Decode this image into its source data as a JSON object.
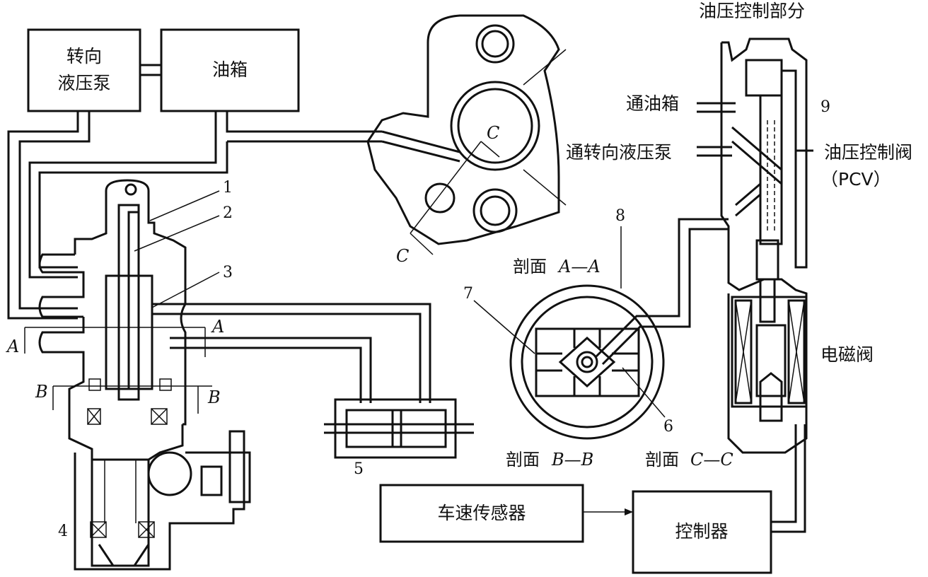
{
  "boxes": {
    "steering_pump_l1": "转向",
    "steering_pump_l2": "液压泵",
    "oil_tank": "油箱",
    "speed_sensor": "车速传感器",
    "controller": "控制器"
  },
  "labels": {
    "pressure_section": "油压控制部分",
    "to_tank": "通油箱",
    "to_pump": "通转向液压泵",
    "pcv_l1": "油压控制阀",
    "pcv_l2": "（PCV）",
    "solenoid": "电磁阀",
    "section_aa_prefix": "剖面",
    "section_aa_suffix": "A—A",
    "section_bb_prefix": "剖面",
    "section_bb_suffix": "B—B",
    "section_cc_prefix": "剖面",
    "section_cc_suffix": "C—C",
    "letter_a": "A",
    "letter_b": "B",
    "letter_c": "C"
  },
  "numbers": [
    "1",
    "2",
    "3",
    "4",
    "5",
    "6",
    "7",
    "8",
    "9"
  ]
}
